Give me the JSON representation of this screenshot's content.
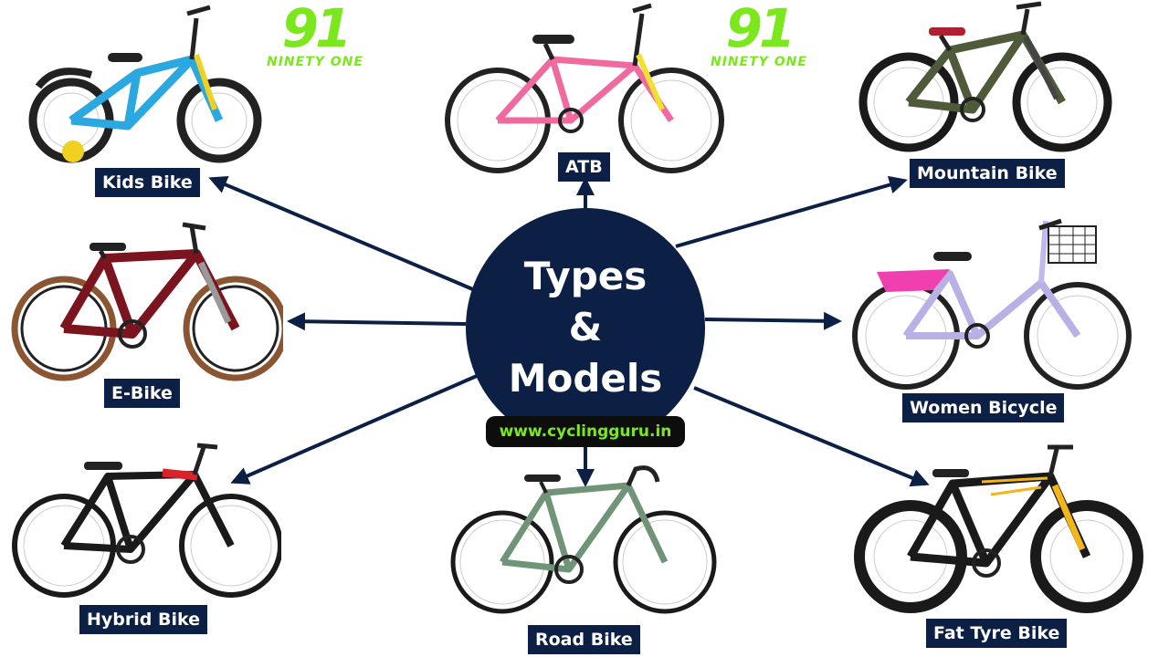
{
  "center": {
    "line1": "Types",
    "line2": "&",
    "line3": "Models"
  },
  "website": "www.cyclingguru.in",
  "brand": {
    "number": "91",
    "name": "NINETY ONE",
    "color": "#7ae81d"
  },
  "colors": {
    "navy": "#0c1f44",
    "arrow": "#0c1f44"
  },
  "labels": {
    "kids": "Kids Bike",
    "atb": "ATB",
    "mountain": "Mountain Bike",
    "ebike": "E-Bike",
    "women": "Women Bicycle",
    "hybrid": "Hybrid Bike",
    "road": "Road Bike",
    "fattyre": "Fat Tyre Bike"
  }
}
